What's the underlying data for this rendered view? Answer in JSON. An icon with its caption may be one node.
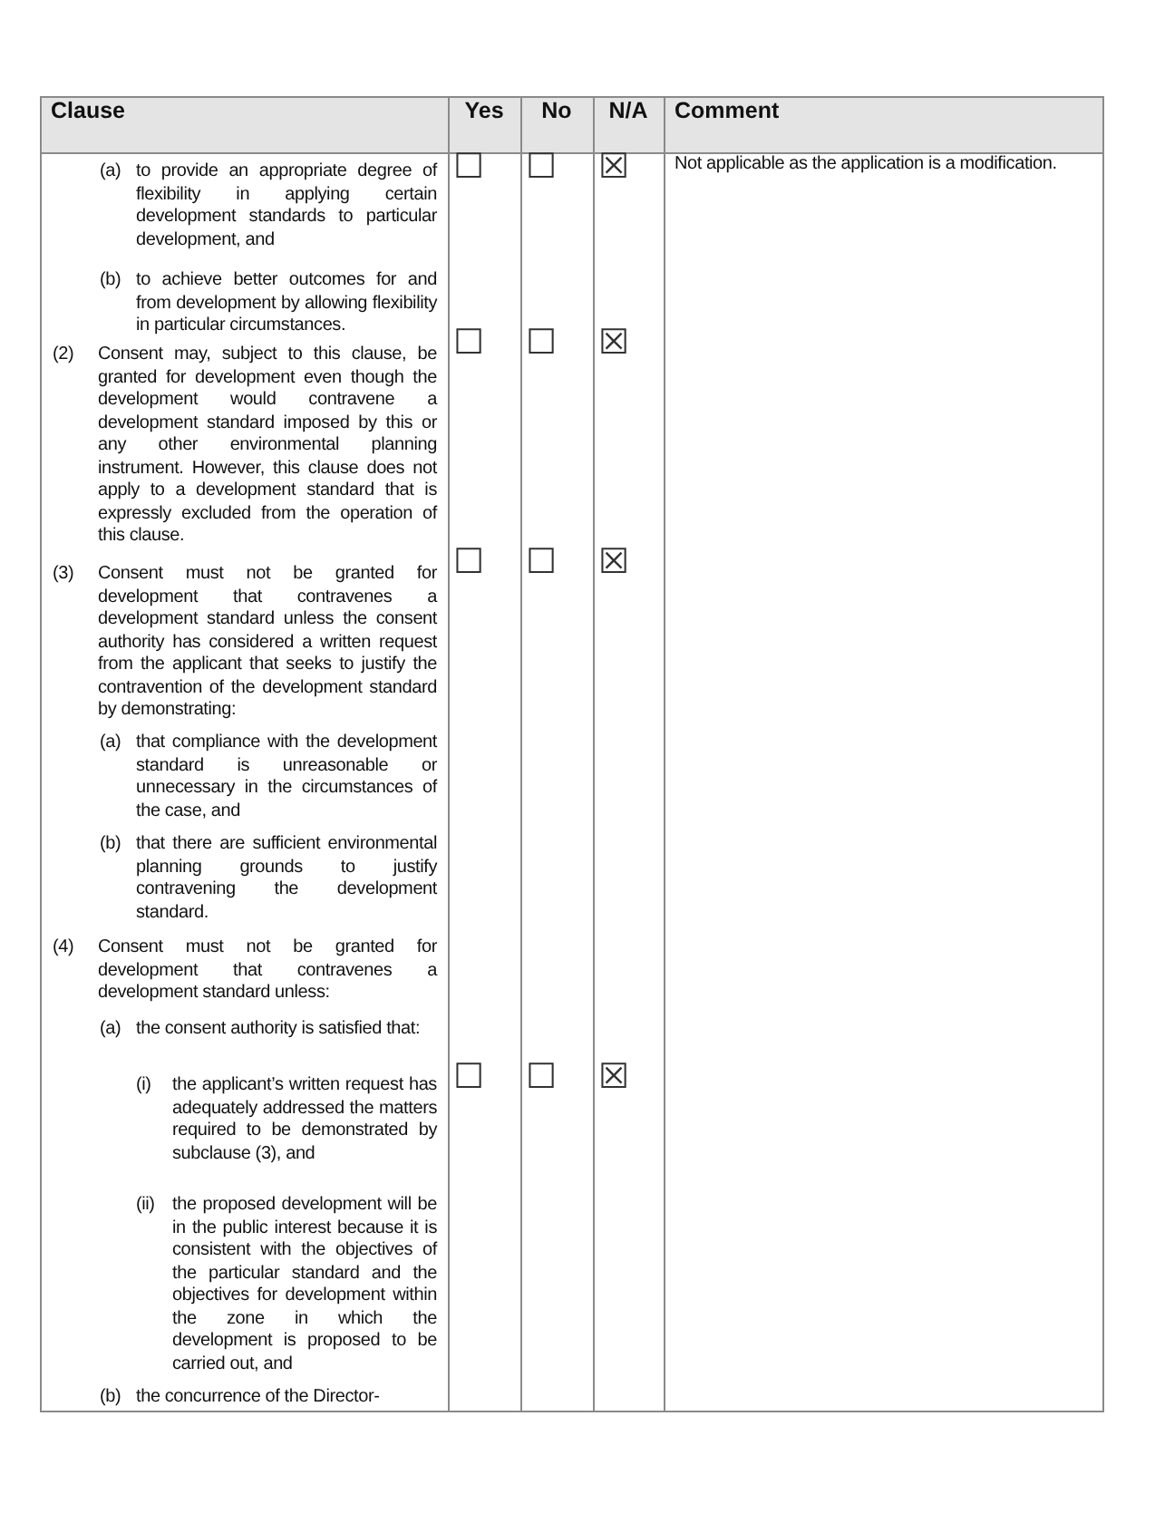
{
  "diagram": {
    "labels": [
      "Clause",
      "Yes",
      "No",
      "N/A",
      "Comment",
      "(a)",
      "to provide an appropriate degree of flexibility in applying certain development standards to particular development, and",
      "(b)",
      "to achieve better outcomes for and from development by allowing flexibility in particular circumstances.",
      "(2)",
      "Consent may, subject to this clause, be granted for development even though the development would contravene a development standard imposed by this or any other environmental planning instrument. However, this clause does not apply to a development standard that is expressly excluded from the operation of this clause.",
      "(3)",
      "Consent must not be granted for development that contravenes a development standard unless the consent authority has considered a written request from the applicant that seeks to justify the contravention of the development standard by demonstrating:",
      "(a)",
      "that compliance with the development standard is unreasonable or unnecessary in the circumstances of the case, and",
      "(b)",
      "that there are sufficient environmental planning grounds to justify contravening the development standard.",
      "(4)",
      "Consent must not be granted for development that contravenes a development standard unless:",
      "(a)",
      "the consent authority is satisfied that:",
      "(i)",
      "the applicant’s written request has adequately addressed the matters required to be demonstrated by subclause (3), and",
      "(ii)",
      "the proposed development will be in the public interest because it is consistent with the objectives of the particular standard and the objectives for development within the zone in which the development is proposed to be carried out, and",
      "(b)",
      "the concurrence of the Director-",
      "☐",
      "☐",
      "☒",
      "☐",
      "☐",
      "☒",
      "☐",
      "☐",
      "☒",
      "☐",
      "☐",
      "☒",
      "Not applicable as the application is a modification."
    ]
  }
}
